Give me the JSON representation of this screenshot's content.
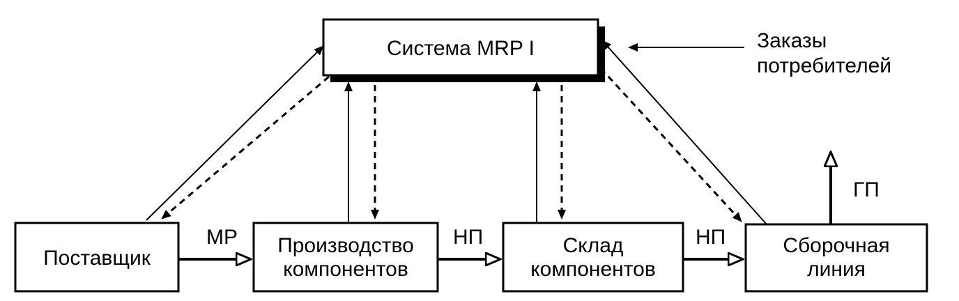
{
  "mrp_system": {
    "label": "Система MRP I"
  },
  "customer_orders": {
    "line1": "Заказы",
    "line2": "потребителей"
  },
  "supplier": {
    "label": "Поставщик"
  },
  "production": {
    "line1": "Производство",
    "line2": "компонентов"
  },
  "warehouse": {
    "line1": "Склад",
    "line2": "компонентов"
  },
  "assembly": {
    "line1": "Сборочная",
    "line2": "линия"
  },
  "flows": {
    "supplier_to_production": "МР",
    "production_to_warehouse": "НП",
    "warehouse_to_assembly": "НП",
    "assembly_output": "ГП"
  }
}
